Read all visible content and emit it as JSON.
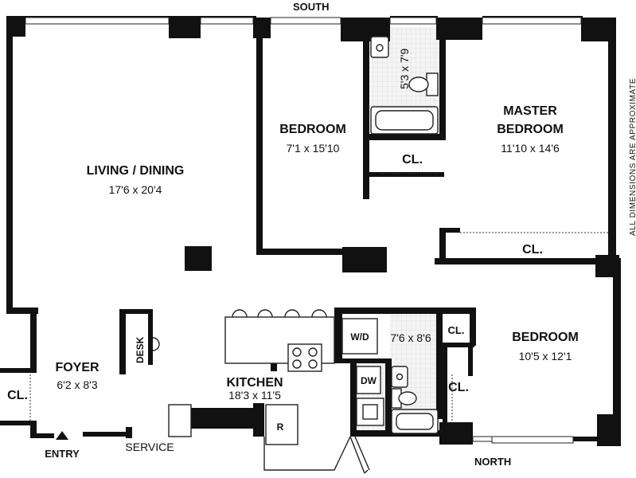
{
  "compass": {
    "south": "SOUTH",
    "north": "NORTH"
  },
  "note": "ALL DIMENSIONS ARE APPROXIMATE",
  "labels": {
    "entry": "ENTRY",
    "service": "SERVICE"
  },
  "rooms": {
    "living": {
      "name": "LIVING / DINING",
      "dims": "17'6 x 20'4"
    },
    "bedroom1": {
      "name": "BEDROOM",
      "dims": "7'1 x 15'10"
    },
    "master": {
      "line1": "MASTER",
      "line2": "BEDROOM",
      "dims": "11'10 x 14'6"
    },
    "bath1": {
      "dims": "5'3 x 7'9"
    },
    "foyer": {
      "name": "FOYER",
      "dims": "6'2 x 8'3"
    },
    "kitchen": {
      "name": "KITCHEN",
      "dims": "18'3 x 11'5"
    },
    "bath2": {
      "dims": "7'6 x 8'6"
    },
    "bedroom2": {
      "name": "BEDROOM",
      "dims": "10'5 x 12'1"
    }
  },
  "closets": {
    "bath1": "CL.",
    "master": "CL.",
    "bath2": "CL.",
    "bedroom2": "CL.",
    "foyer": "CL."
  },
  "fixtures": {
    "desk": "DESK",
    "washer_dryer": "W/D",
    "dishwasher": "DW",
    "refrigerator": "R"
  }
}
